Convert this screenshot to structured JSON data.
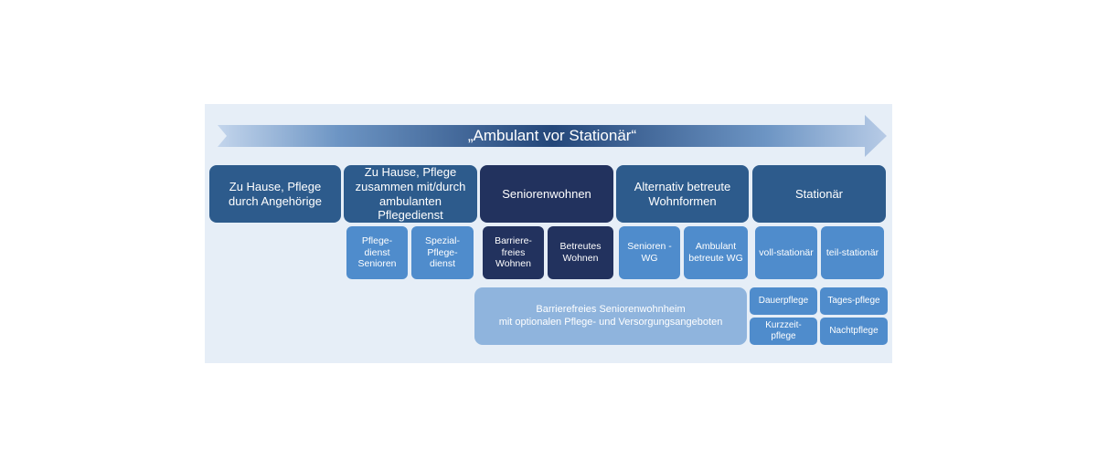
{
  "arrow": {
    "label": "„Ambulant vor Stationär“"
  },
  "categories": [
    {
      "label": "Zu Hause, Pflege durch Angehörige"
    },
    {
      "label": "Zu Hause, Pflege zusammen mit/durch ambulanten Pflegedienst"
    },
    {
      "label": "Seniorenwohnen"
    },
    {
      "label": "Alternativ betreute Wohnformen"
    },
    {
      "label": "Stationär"
    }
  ],
  "sub_items": {
    "pflegedienst_senioren": "Pflege-dienst Senioren",
    "spezial_pflegedienst": "Spezial-Pflege-dienst",
    "barrierefreies_wohnen": "Barriere-freies Wohnen",
    "betreutes_wohnen": "Betreutes Wohnen",
    "senioren_wg": "Senioren -WG",
    "ambulant_betreute_wg": "Ambulant betreute WG",
    "vollstationaer": "voll-stationär",
    "teilstationaer": "teil-stationär"
  },
  "seniorenwohnheim": {
    "line1": "Barrierefreies Seniorenwohnheim",
    "line2": "mit optionalen Pflege- und Versorgungsangeboten"
  },
  "care_types": {
    "dauerpflege": "Dauerpflege",
    "tagespflege": "Tages-pflege",
    "kurzzeitpflege": "Kurzzeit-pflege",
    "nachtpflege": "Nachtpflege"
  },
  "colors": {
    "panel": "#e6eef7",
    "category": "#2d5b8c",
    "seniorenwohnen": "#22325e",
    "light": "#4f8ccc",
    "pale": "#8fb4dd"
  }
}
